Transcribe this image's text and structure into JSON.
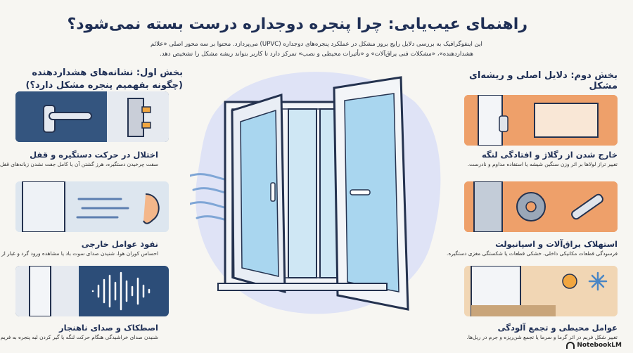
{
  "title": "راهنمای عیب‌یابی: چرا پنجره دوجداره درست بسته نمی‌شود؟",
  "intro": {
    "line1": "این اینفوگرافیک به بررسی دلایل رایج بروز مشکل در عملکرد پنجره‌های دوجداره (UPVC) می‌پردازد. محتوا بر سه محور اصلی «علائم",
    "line2": "هشداردهنده»، «مشکلات فنی یراق‌آلات» و «تأثیرات محیطی و نصب» تمرکز دارد تا کاربر بتواند ریشه مشکل را تشخیص دهد."
  },
  "section1": {
    "line1": "بخش اول: نشانه‌های هشداردهنده",
    "line2": "(چگونه بفهمیم پنجره مشکل دارد؟)"
  },
  "section2": {
    "title": "بخش دوم: دلایل اصلی و ریشه‌ای مشکل"
  },
  "left_items": [
    {
      "title": "اختلال در حرکت دستگیره و قفل",
      "desc": "سفت چرخیدن دستگیره، هرز گشتن آن یا کامل جفت نشدن زبانه‌های قفل."
    },
    {
      "title": "نفوذ عوامل خارجی",
      "desc": "احساس کوران هوا، شنیدن صدای سوت باد یا مشاهده ورود گرد و غبار از درزها."
    },
    {
      "title": "اصطکاک و صدای ناهنجار",
      "desc": "شنیدن صدای خراشیدگی هنگام حرکت لنگه یا گیر کردن لبه پنجره به فریم پایینی."
    }
  ],
  "right_items": [
    {
      "title": "خارج شدن از رگلاژ و افتادگی لنگه",
      "desc": "تغییر تراز لولاها بر اثر وزن سنگین شیشه یا استفاده مداوم و نادرست."
    },
    {
      "title": "استهلاک یراق‌آلات و اسپانیولت",
      "desc": "فرسودگی قطعات مکانیکی داخلی، خشکی قطعات یا شکستگی مغزی دستگیره."
    },
    {
      "title": "عوامل محیطی و تجمع آلودگی",
      "desc": "تغییر شکل فریم در اثر گرما و سرما یا تجمع شن‌ریزه و جرم در ریل‌ها."
    }
  ],
  "logo": "NotebookLM",
  "colors": {
    "navy": "#1f2f55",
    "left_card_bg": "#2c4d78",
    "right_card_bg": "#e8945a",
    "blob": "#dfe3f6",
    "frame": "#f3f5f8"
  },
  "icons": [
    "door-handle-icon",
    "door-lock-icon",
    "wind-icon",
    "ear-icon",
    "sound-wave-icon",
    "window-hinge-icon",
    "gear-icon",
    "broken-key-icon",
    "sun-icon",
    "snowflake-icon",
    "notebooklm-logo-icon"
  ]
}
